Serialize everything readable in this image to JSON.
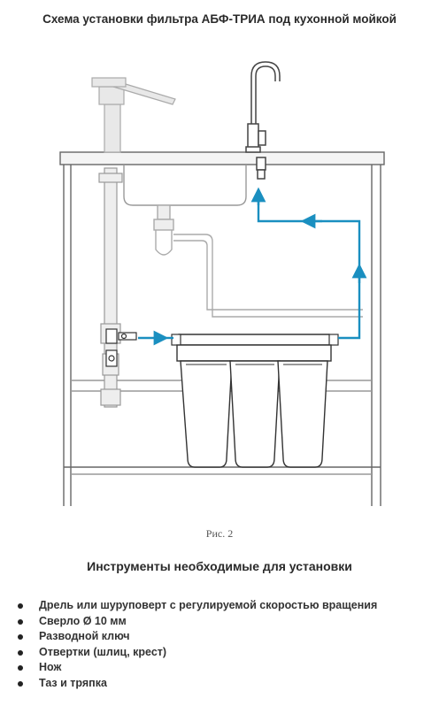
{
  "header": {
    "title": "Схема установки фильтра АБФ-ТРИА под кухонной мойкой"
  },
  "figure": {
    "caption": "Рис. 2",
    "colors": {
      "water_line": "#1a8fc0",
      "outline": "#555555",
      "light": "#bbbbbb"
    }
  },
  "tools": {
    "title": "Инструменты необходимые для установки",
    "items": [
      "Дрель или шуруповерт с регулируемой скоростью вращения",
      "Сверло Ø 10 мм",
      "Разводной ключ",
      "Отвертки (шлиц, крест)",
      "Нож",
      "Таз и тряпка"
    ]
  }
}
